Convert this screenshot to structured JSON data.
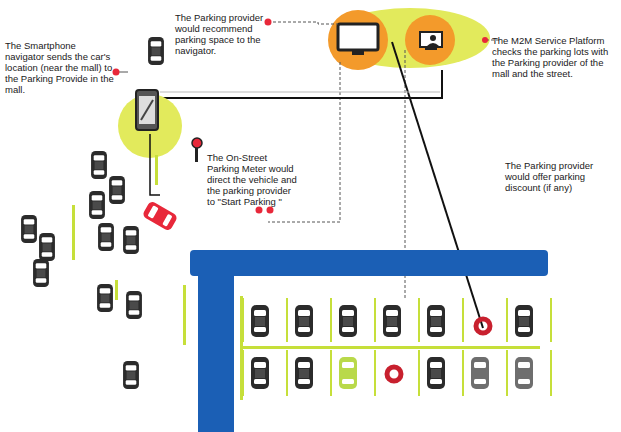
{
  "diagram": {
    "labels": [
      "The Smartphone navigator sends the car's location (near the mall) to the Parking Provide in the mall.",
      "The Parking provider would recommend parking space to the navigator.",
      "The M2M Service Platform checks the parking lots with the Parking provider of the mall and the street.",
      "The On-Street Parking Meter would direct the vehicle and the parking provider to \"Start Parking \"",
      "The Parking provider would offer parking discount (if any)"
    ]
  }
}
